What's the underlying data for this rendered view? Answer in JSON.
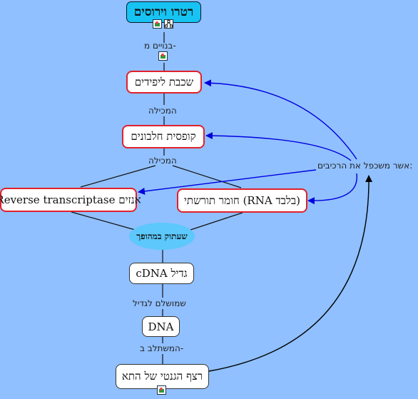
{
  "nodes": {
    "retro": "רטרו וירוסים",
    "lipid": "שכבת ליפידים",
    "capsid": "קופסית חלבונים",
    "enzyme": "Reverse transcriptase אנזים",
    "rna": "חומר תורשתי (RNA בלבד)",
    "reverse": "שעתוק במהופך",
    "cdna": "cDNA גדיל",
    "dna": "DNA",
    "host": "רצף הגנטי של התא"
  },
  "links": {
    "built_from": "בנויים מ-",
    "contains_1": "המכילה",
    "contains_2": "המכילה",
    "complement": "שמושלם לגדיל",
    "integrates": "המשתלב ב-",
    "replicates": "אשר משכפל את הרכיבים:"
  },
  "colors": {
    "background": "#90c0ff",
    "title_fill": "#17c3f2",
    "highlight_border": "#e0202a",
    "oval_fill": "#5cc8fb",
    "arrow": "#0000dd"
  },
  "icons": [
    "image-icon",
    "concept-map-icon",
    "image-icon",
    "image-icon"
  ]
}
